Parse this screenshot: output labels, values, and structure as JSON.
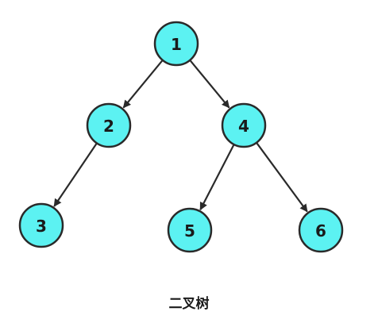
{
  "caption": "二叉树",
  "colors": {
    "node_fill": "#5CF2F2",
    "stroke": "#2a2a2a",
    "text": "#1a1a1a"
  },
  "tree": {
    "nodes": [
      {
        "id": "n1",
        "label": "1"
      },
      {
        "id": "n2",
        "label": "2"
      },
      {
        "id": "n4",
        "label": "4"
      },
      {
        "id": "n3",
        "label": "3"
      },
      {
        "id": "n5",
        "label": "5"
      },
      {
        "id": "n6",
        "label": "6"
      }
    ],
    "edges": [
      {
        "from": "n1",
        "to": "n2"
      },
      {
        "from": "n1",
        "to": "n4"
      },
      {
        "from": "n2",
        "to": "n3"
      },
      {
        "from": "n4",
        "to": "n5"
      },
      {
        "from": "n4",
        "to": "n6"
      }
    ]
  }
}
